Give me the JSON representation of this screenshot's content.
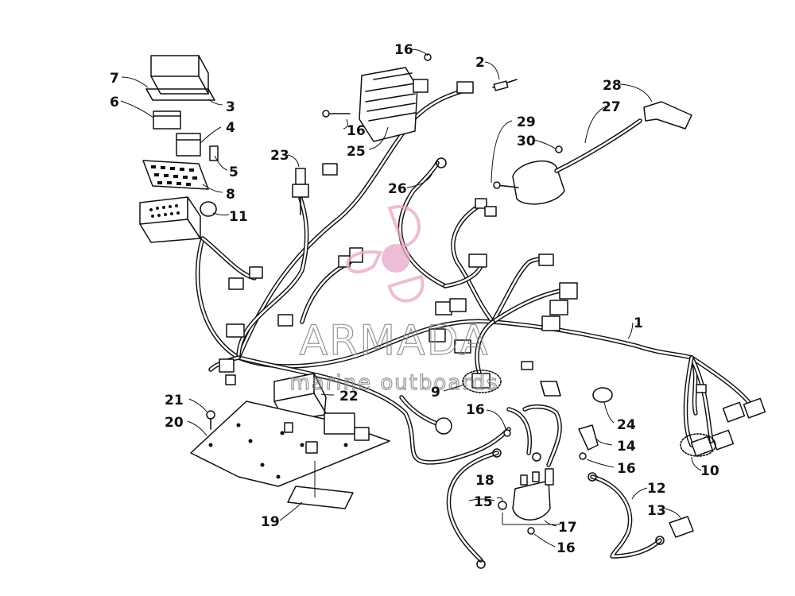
{
  "diagram": {
    "callouts": {
      "c1": "1",
      "c2": "2",
      "c3": "3",
      "c4": "4",
      "c5": "5",
      "c6": "6",
      "c7": "7",
      "c8": "8",
      "c9": "9",
      "c10": "10",
      "c11": "11",
      "c12": "12",
      "c13": "13",
      "c14": "14",
      "c15": "15",
      "c16a": "16",
      "c16b": "16",
      "c16c": "16",
      "c16d": "16",
      "c16e": "16",
      "c17": "17",
      "c18": "18",
      "c19": "19",
      "c20": "20",
      "c21": "21",
      "c22": "22",
      "c23": "23",
      "c24": "24",
      "c25": "25",
      "c26": "26",
      "c27": "27",
      "c28": "28",
      "c29": "29",
      "c30": "30"
    }
  },
  "watermark": {
    "brand": "ARMADA",
    "tagline": "marine outboards",
    "logo_color": "#e7a6c8"
  }
}
